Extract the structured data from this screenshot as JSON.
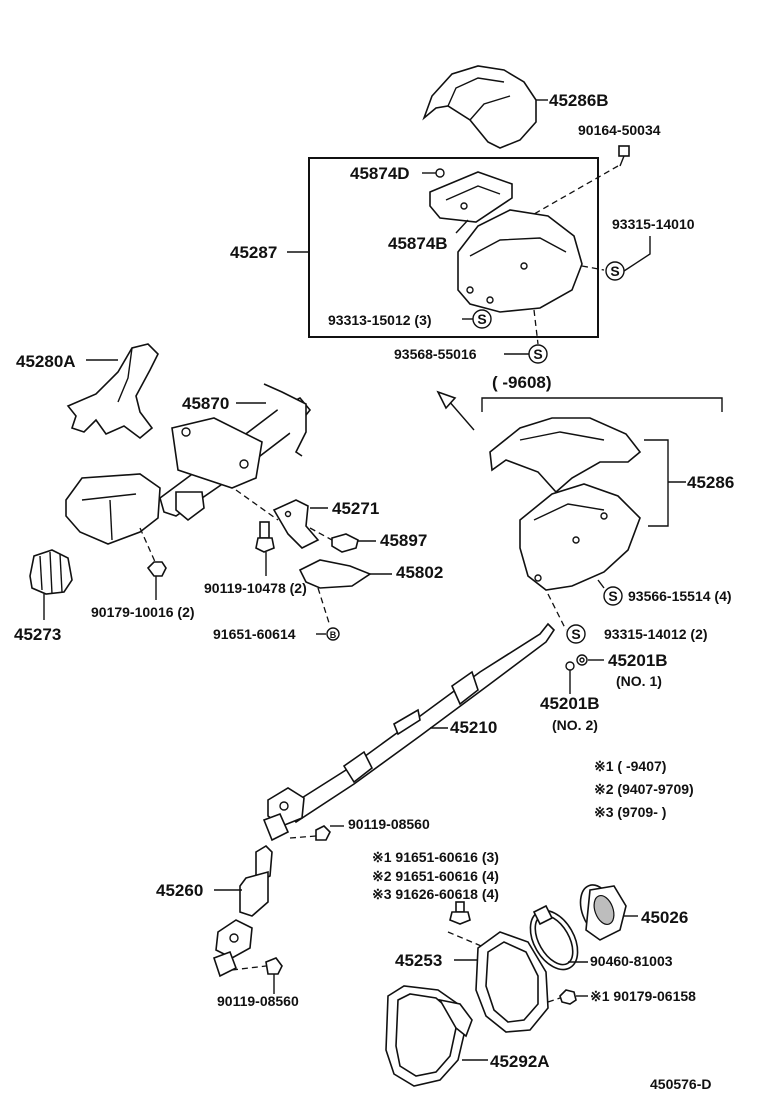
{
  "labels": {
    "p45286B": "45286B",
    "p90164": "90164-50034",
    "p45874D": "45874D",
    "p93315a": "93315-14010",
    "p45287": "45287",
    "p45874B": "45874B",
    "p93313": "93313-15012 (3)",
    "p93568": "93568-55016",
    "p45280A": "45280A",
    "pRange9608": "(        -9608)",
    "p45870": "45870",
    "p45286": "45286",
    "p45271": "45271",
    "p45897": "45897",
    "p90119a": "90119-10478 (2)",
    "p45802": "45802",
    "p90179a": "90179-10016 (2)",
    "p93566": "93566-15514 (4)",
    "p45273": "45273",
    "p91651": "91651-60614",
    "p93315b": "93315-14012 (2)",
    "p45201B1": "45201B",
    "pNo1": "(NO. 1)",
    "p45201B2": "45201B",
    "pNo2": "(NO. 2)",
    "p45210": "45210",
    "r1": "※1 (        -9407)",
    "r2": "※2 (9407-9709)",
    "r3": "※3 (9709-        )",
    "p90119b": "90119-08560",
    "n1": "※1 91651-60616 (3)",
    "n2": "※2 91651-60616 (4)",
    "n3": "※3 91626-60618 (4)",
    "p45260": "45260",
    "p45026": "45026",
    "p45253": "45253",
    "p90460": "90460-81003",
    "p90179b": "※1 90179-06158",
    "p90119c": "90119-08560",
    "p45292A": "45292A",
    "diagramId": "450576-D",
    "sSymbol": "S",
    "bSymbol": "B"
  }
}
